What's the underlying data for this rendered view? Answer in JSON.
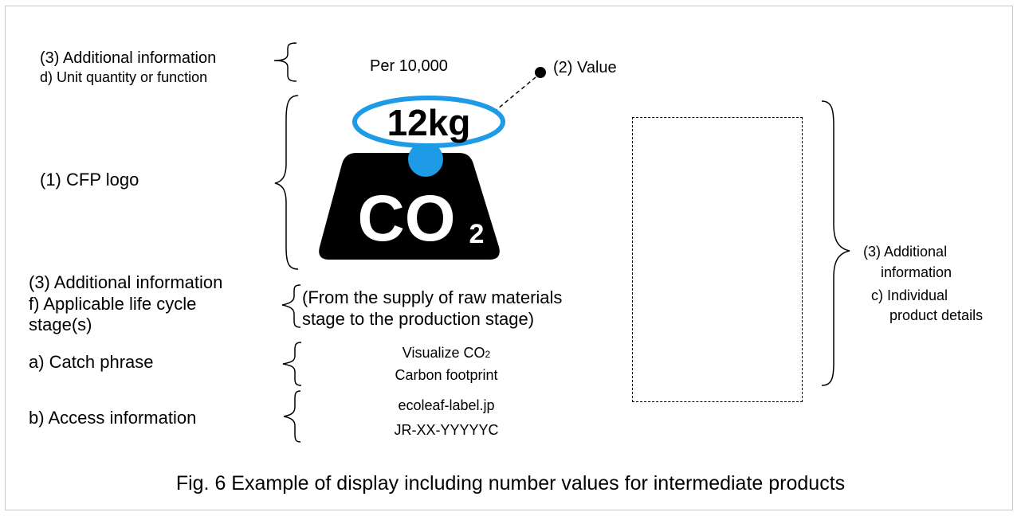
{
  "left_labels": {
    "add_info_unit_1": "(3) Additional information",
    "add_info_unit_2": "d) Unit quantity or function",
    "cfp_logo": "(1) CFP logo",
    "add_info_stage_1": "(3) Additional information",
    "add_info_stage_2": "f) Applicable life cycle",
    "add_info_stage_3": "stage(s)",
    "catch_phrase": "a) Catch phrase",
    "access_info": "b) Access information"
  },
  "center": {
    "per_unit": "Per 10,000",
    "value_label": "(2) Value",
    "logo_value": "12kg",
    "logo_co": "CO",
    "logo_sub": "2",
    "stage_line_1": "(From the supply of raw materials",
    "stage_line_2": "stage to the production stage)",
    "catch_line_1": "Visualize CO",
    "catch_line_1_sub": "2",
    "catch_line_2": "Carbon footprint",
    "access_line_1": "ecoleaf-label.jp",
    "access_line_2": "JR-XX-YYYYYC"
  },
  "right_labels": {
    "line_1": "(3) Additional",
    "line_2": "information",
    "line_3": "c) Individual",
    "line_4": "product details"
  },
  "caption": "Fig. 6 Example of display including number values for intermediate products",
  "colors": {
    "logo_blue": "#1e9be6",
    "logo_black": "#000000",
    "frame_gray": "#c8c8c8"
  }
}
